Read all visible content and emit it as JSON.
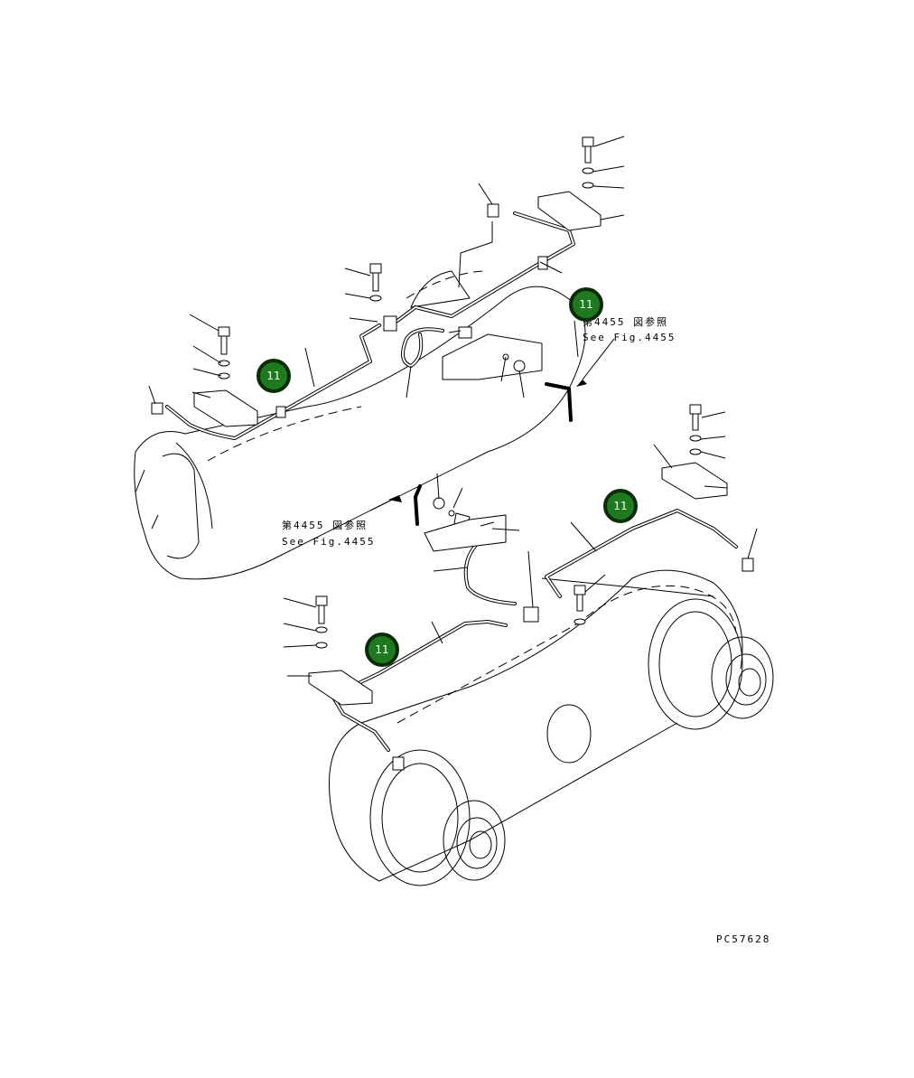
{
  "drawing": {
    "code": "PC57628"
  },
  "refs": {
    "upper_jp": "第4455 図参照",
    "upper_en": "See Fig.4455",
    "lower_jp": "第4455 図参照",
    "lower_en": "See Fig.4455"
  },
  "callouts": [
    {
      "label": "11"
    },
    {
      "label": "11"
    },
    {
      "label": "11"
    },
    {
      "label": "11"
    }
  ],
  "colors": {
    "callout_fill": "#1f7a1f",
    "callout_ring": "#0b2b0b",
    "line": "#000000"
  }
}
